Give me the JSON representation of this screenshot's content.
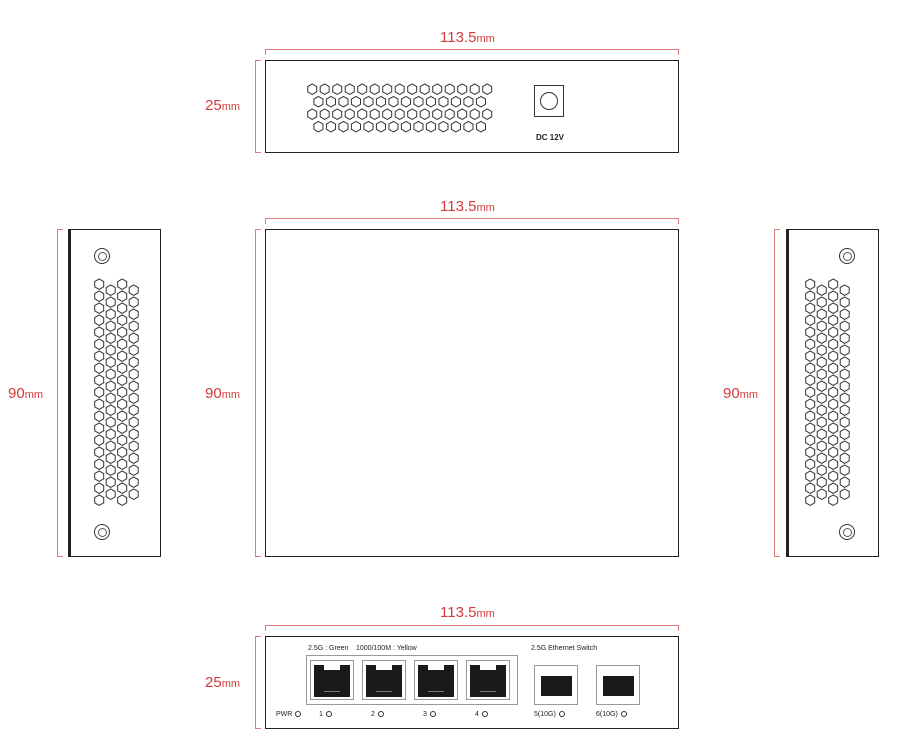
{
  "dimensions": {
    "top_width": {
      "value": "113.5",
      "unit": "mm"
    },
    "top_height": {
      "value": "25",
      "unit": "mm"
    },
    "middle_width": {
      "value": "113.5",
      "unit": "mm"
    },
    "left_height": {
      "value": "90",
      "unit": "mm"
    },
    "middle_height": {
      "value": "90",
      "unit": "mm"
    },
    "right_height": {
      "value": "90",
      "unit": "mm"
    },
    "bottom_width": {
      "value": "113.5",
      "unit": "mm"
    },
    "bottom_height": {
      "value": "25",
      "unit": "mm"
    }
  },
  "rear_panel": {
    "power_label": "DC 12V"
  },
  "front_panel": {
    "legend_green": "2.5G : Green",
    "legend_yellow": "1000/100M : Yellow",
    "switch_label": "2.5G Ethernet Switch",
    "pwr_label": "PWR",
    "ports": [
      {
        "label": "1"
      },
      {
        "label": "2"
      },
      {
        "label": "3"
      },
      {
        "label": "4"
      },
      {
        "label": "5(10G)"
      },
      {
        "label": "6(10G)"
      }
    ]
  },
  "colors": {
    "dimension_red": "#d33a3a",
    "outline": "#222222"
  }
}
